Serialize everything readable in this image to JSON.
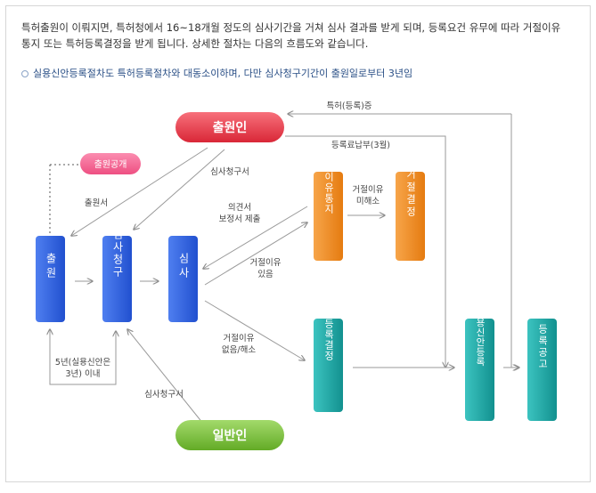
{
  "intro_text": "특허출원이 이뤄지면, 특허청에서 16~18개월 정도의 심사기간을 거쳐 심사 결과를 받게 되며, 등록요건 유무에 따라 거절이유통지 또는 특허등록결정을 받게 됩니다. 상세한 절차는 다음의 흐름도와 같습니다.",
  "note_text": "실용신안등록절차도 특허등록절차와 대동소이하며, 다만 심사청구기간이 출원일로부터 3년임",
  "colors": {
    "red": "#e8394a",
    "pink": "#f25d8c",
    "blue": "#2f5fd9",
    "orange": "#ef8a1e",
    "teal": "#1aa8a6",
    "green": "#7ec23d",
    "arrow": "#999999"
  },
  "nodes": {
    "applicant": "출원인",
    "publication": "출원공개",
    "filing": "출원",
    "exam_request": "심사청구",
    "examination": "심사",
    "rejection_notice": "거절이유통지",
    "rejection_decision": "거절결정",
    "registration_decision": "특허등록결정",
    "patent_registration": "특허실용신안등록",
    "registration_publication": "등록공고",
    "general_public": "일반인"
  },
  "labels": {
    "patent_certificate": "특허(등록)증",
    "registration_fee": "등록료납부(3월)",
    "application_doc": "출원서",
    "exam_request_doc_top": "심사청구서",
    "opinion_amendment_line1": "의견서",
    "opinion_amendment_line2": "보정서 제출",
    "reason_unresolved_line1": "거절이유",
    "reason_unresolved_line2": "미해소",
    "has_reason_line1": "거절이유",
    "has_reason_line2": "있음",
    "no_reason_line1": "거절이유",
    "no_reason_line2": "없음/해소",
    "period_line1": "5년(실용신안은",
    "period_line2": "3년) 이내",
    "exam_request_doc_bottom": "심사청구서"
  }
}
